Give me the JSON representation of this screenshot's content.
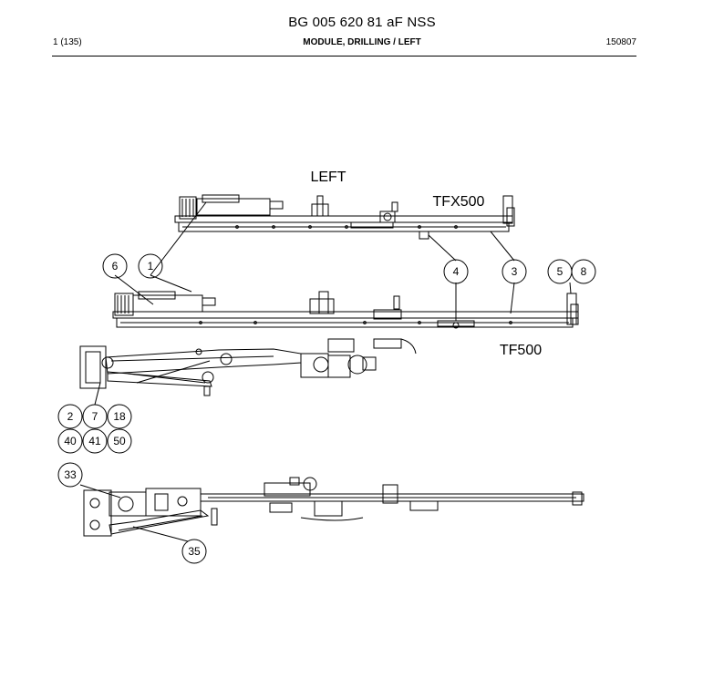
{
  "header": {
    "document_id": "BG 005 620 81 aF NSS",
    "page": "1 (135)",
    "section": "MODULE, DRILLING / LEFT",
    "date_code": "150807"
  },
  "drawing": {
    "view_label": "LEFT",
    "feed_upper": "TFX500",
    "feed_lower": "TF500",
    "callouts": {
      "c1": "1",
      "c2": "2",
      "c3": "3",
      "c4": "4",
      "c5": "5",
      "c6": "6",
      "c7": "7",
      "c8": "8",
      "c18": "18",
      "c33": "33",
      "c35": "35",
      "c40": "40",
      "c41": "41",
      "c50": "50"
    }
  }
}
